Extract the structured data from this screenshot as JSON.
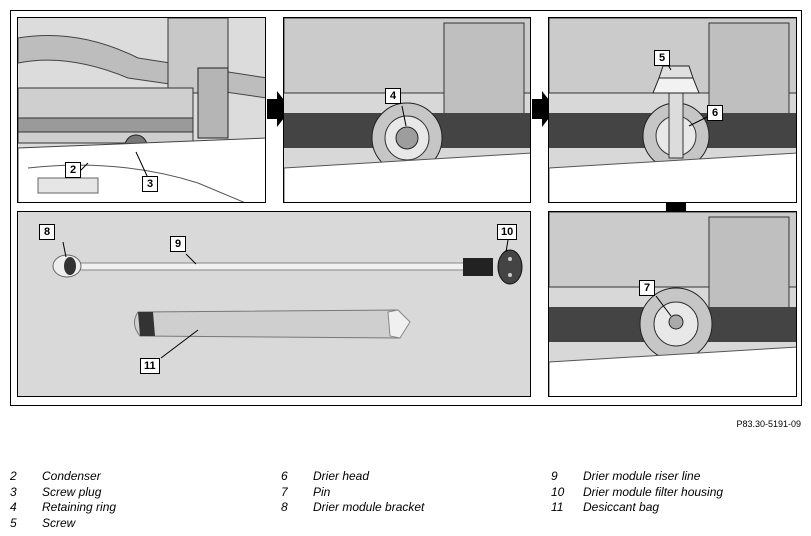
{
  "figure_ref": "P83.30-5191-09",
  "callouts": {
    "c2": "2",
    "c3": "3",
    "c4": "4",
    "c5": "5",
    "c6": "6",
    "c7": "7",
    "c8": "8",
    "c9": "9",
    "c10": "10",
    "c11": "11"
  },
  "legend": {
    "col1": [
      {
        "num": "2",
        "text": "Condenser"
      },
      {
        "num": "3",
        "text": "Screw plug"
      },
      {
        "num": "4",
        "text": "Retaining ring"
      },
      {
        "num": "5",
        "text": "Screw"
      }
    ],
    "col2": [
      {
        "num": "6",
        "text": "Drier head"
      },
      {
        "num": "7",
        "text": "Pin"
      },
      {
        "num": "8",
        "text": "Drier module bracket"
      }
    ],
    "col3": [
      {
        "num": "9",
        "text": "Drier module riser line"
      },
      {
        "num": "10",
        "text": "Drier module filter housing"
      },
      {
        "num": "11",
        "text": "Desiccant bag"
      }
    ]
  }
}
